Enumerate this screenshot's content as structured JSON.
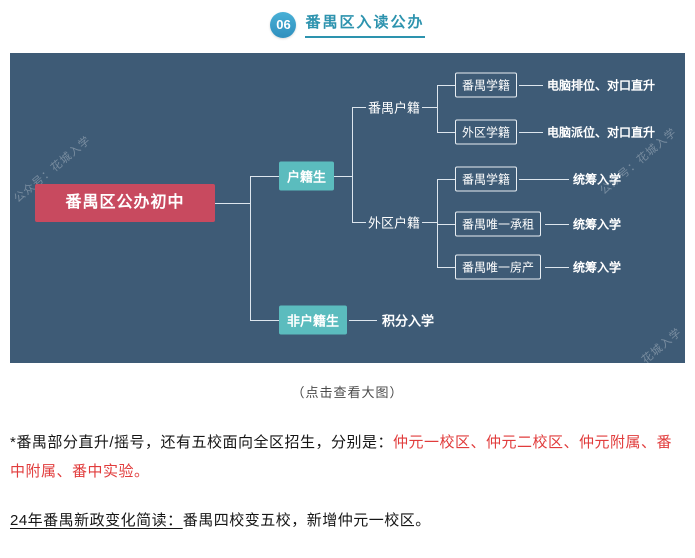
{
  "header": {
    "badge": "06",
    "title": "番禺区入读公办"
  },
  "diagram": {
    "root": "番禺区公办初中",
    "branch_hukou": "户籍生",
    "branch_non_hukou": "非户籍生",
    "panyu_hukou": "番禺户籍",
    "other_hukou": "外区户籍",
    "rows": [
      {
        "label": "番禺学籍",
        "result": "电脑排位、对口直升"
      },
      {
        "label": "外区学籍",
        "result": "电脑派位、对口直升"
      },
      {
        "label": "番禺学籍",
        "result": "统筹入学"
      },
      {
        "label": "番禺唯一承租",
        "result": "统筹入学"
      },
      {
        "label": "番禺唯一房产",
        "result": "统筹入学"
      }
    ],
    "non_hukou_result": "积分入学",
    "watermark": "公众号：花城入学"
  },
  "caption": "（点击查看大图）",
  "note": {
    "black": "*番禺部分直升/摇号，还有五校面向全区招生，分别是：",
    "red": "仲元一校区、仲元二校区、仲元附属、番中附属、番中实验。"
  },
  "summary": {
    "underline": "24年番禺新政变化简读：",
    "rest": "番禺四校变五校，新增仲元一校区。"
  },
  "colors": {
    "accent_teal": "#2d93ae",
    "badge_blue": "#3aa0c8",
    "panel_bg": "#3e5b76",
    "root_red": "#c84a5f",
    "branch_teal": "#5bbcbe",
    "highlight_red": "#e13c3c"
  }
}
